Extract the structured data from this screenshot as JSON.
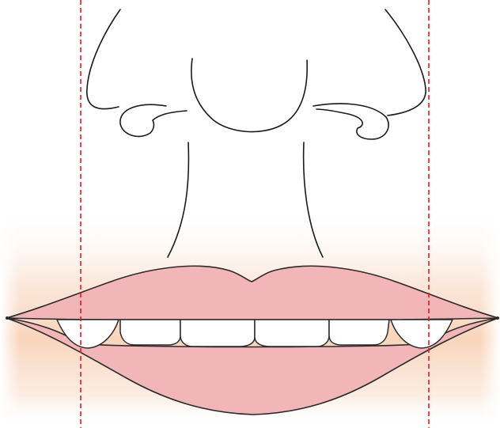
{
  "figure": {
    "subject": "nose-lip-proportion-illustration",
    "colors": {
      "background": "#ffffff",
      "outline": "#1a1a1a",
      "lip_fill": "#f2b5b8",
      "lip_outline": "#2a2a2a",
      "teeth_fill": "#ffffff",
      "guide_line": "#d2232a",
      "glow_inner": "#f7c9a8",
      "glow_outer": "#ffffff"
    },
    "guide_line_style": "dashed",
    "guide_line_count": 2
  }
}
